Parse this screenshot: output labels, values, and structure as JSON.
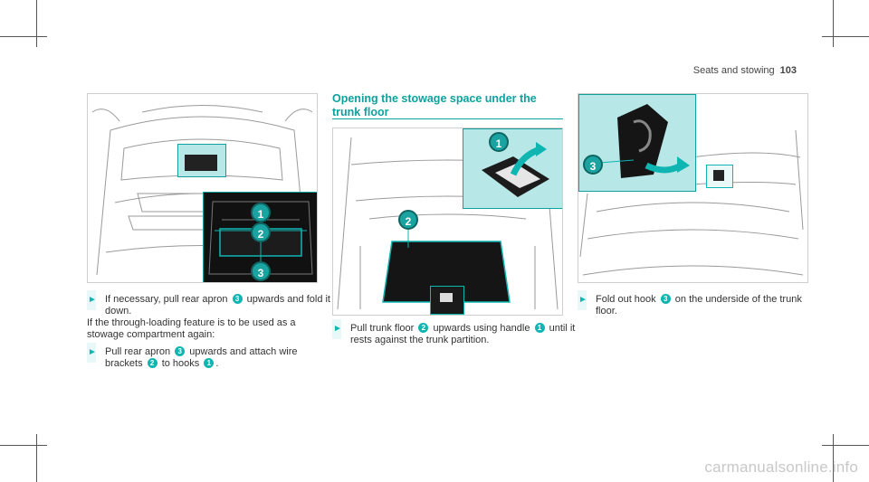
{
  "header": {
    "section": "Seats and stowing",
    "page_number": "103"
  },
  "left": {
    "step1": "If necessary, pull rear apron",
    "step1_b": "upwards and fold it down.",
    "note": "If the through-loading feature is to be used as a stowage compartment again:",
    "step2_a": "Pull rear apron",
    "step2_b": "upwards and attach wire brackets",
    "step2_c": "to hooks",
    "step2_end": "."
  },
  "middle": {
    "title": "Opening the stowage space under the trunk floor",
    "step_a": "Pull trunk floor",
    "step_b": "upwards using handle",
    "step_c": "until it rests against the trunk partition."
  },
  "right": {
    "step_a": "Fold out hook",
    "step_b": "on the underside of the trunk floor."
  },
  "callouts": {
    "one": "1",
    "two": "2",
    "three": "3"
  },
  "watermark": "carmanualsonline.info",
  "colors": {
    "accent": "#0fb5b1",
    "highlight_bg": "#b7e8e7",
    "dark_inset": "#111111"
  }
}
